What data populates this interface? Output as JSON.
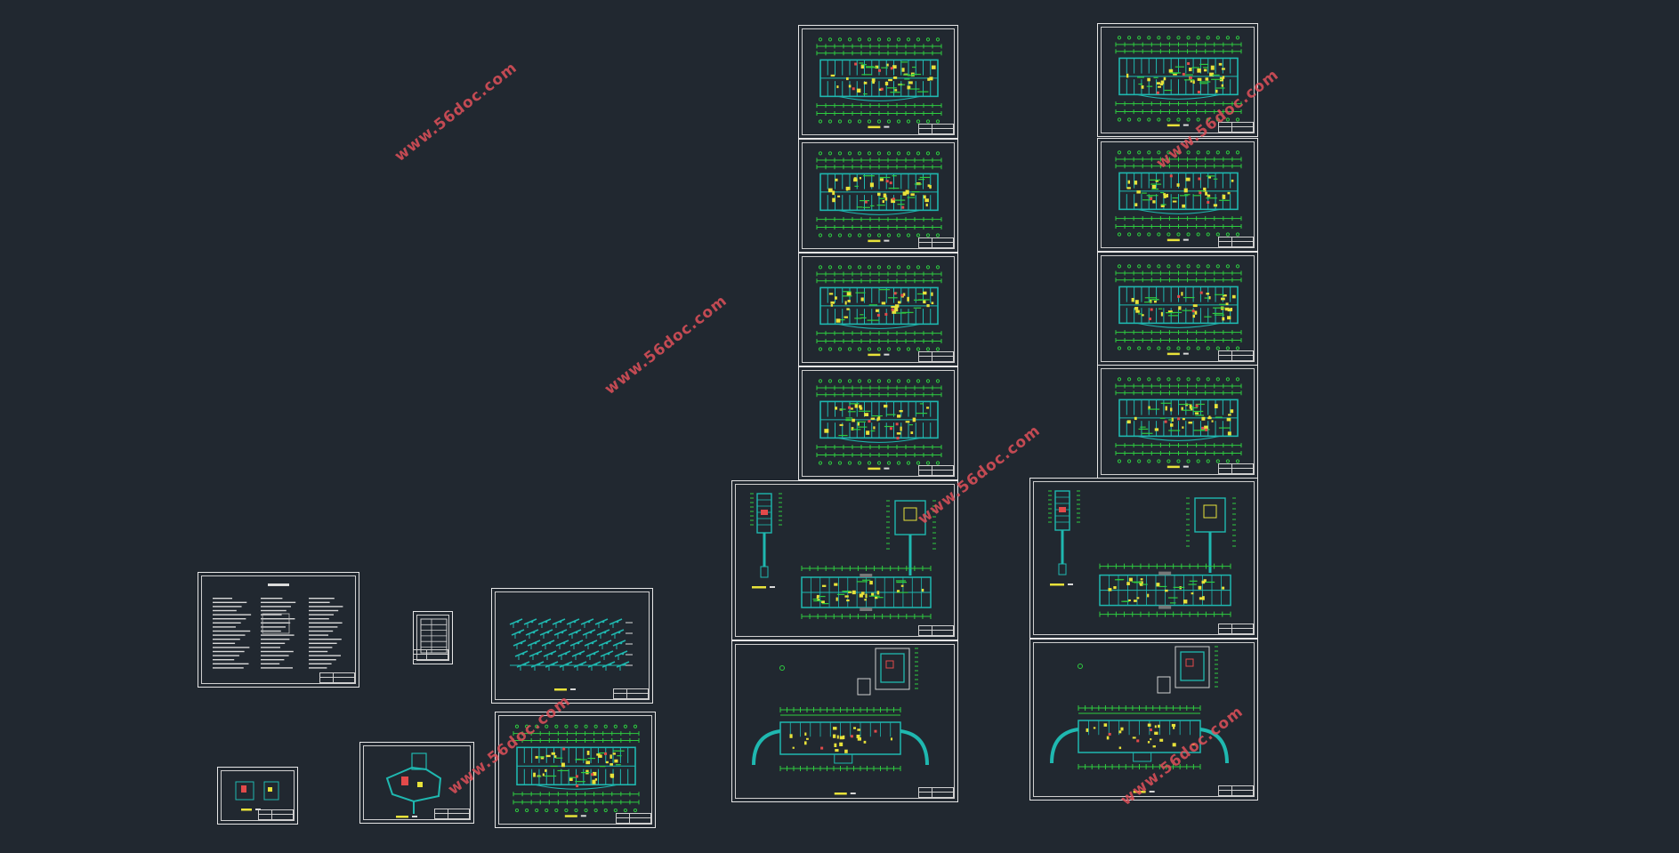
{
  "app": {
    "view": "CAD model space"
  },
  "watermark": {
    "text": "www.56doc.com",
    "color": "#e0505a"
  },
  "colors": {
    "background": "#212830",
    "sheet_border": "#e6e6e6",
    "axis_green": "#2ecc40",
    "wall_cyan": "#1fb8b0",
    "fixture_yellow": "#e8e23a",
    "pipe_red": "#e24a4a"
  },
  "sheets": {
    "notes": {
      "kind": "design-notes"
    },
    "legend_small": {
      "kind": "legend-table"
    },
    "pipe_system": {
      "kind": "isometric-pipe-system"
    },
    "floor_plans": {
      "kind": "floor-plan"
    }
  }
}
